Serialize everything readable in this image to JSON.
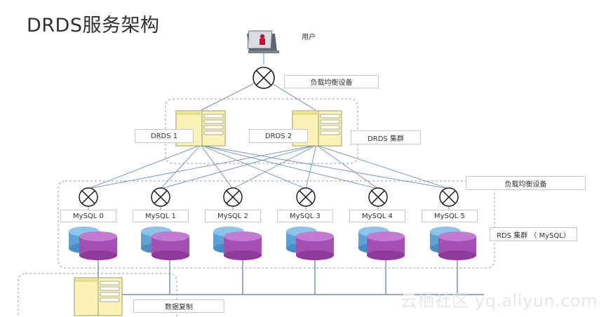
{
  "title": "DRDS服务架构",
  "user_label": "用户",
  "lb_top_label": "负载均衡设备",
  "drds_nodes": [
    "DRDS 1",
    "DRDS 2"
  ],
  "drds_cluster_label": "DRDS 集群",
  "lb_row_label": "负载均衡设备",
  "mysql_nodes": [
    "MySQL 0",
    "MySQL 1",
    "MySQL 2",
    "MySQL 3",
    "MySQL 4",
    "MySQL 5"
  ],
  "rds_cluster_label": "RDS 集群 （ MySQL）",
  "replication_label": "数据复制",
  "watermark": "云栖社区 yq.aliyun.com"
}
